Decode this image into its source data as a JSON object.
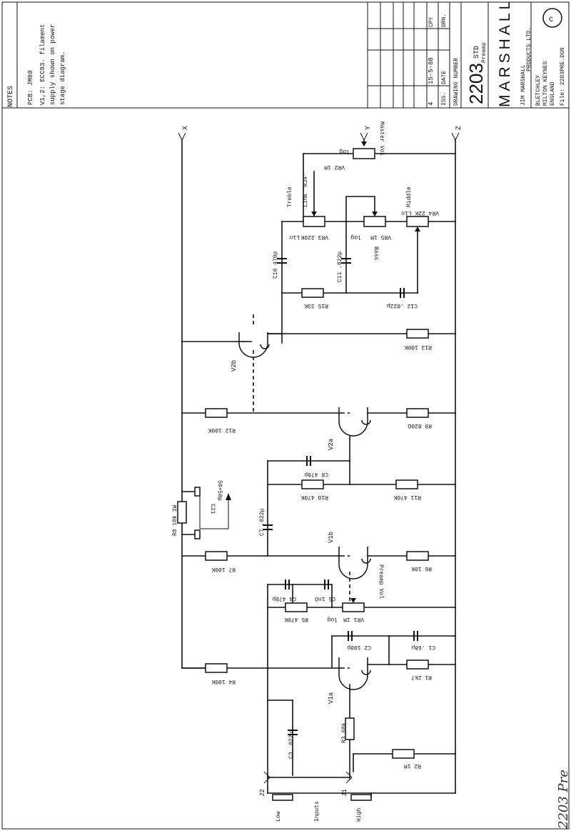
{
  "notes": {
    "heading": "NOTES",
    "line1": "PCB: JM80",
    "line2": "V1,2: ECC83. filament",
    "line3": "supply shown on power",
    "line4": "stage diagram."
  },
  "title_block": {
    "iss": "4",
    "date": "15-5-88",
    "iss_label": "ISS.",
    "date_label": "DATE",
    "drn_label": "DRN.",
    "cpy_label": "CPY",
    "drawing_number_label": "DRAWING NUMBER",
    "number": "2203",
    "std": "STD",
    "sub": "Preamp",
    "brand": "MARSHALL",
    "company1": "JIM MARSHALL",
    "company2": "PRODUCTS LTD.",
    "addr1": "BLETCHLEY",
    "addr2": "MILTON KEYNES",
    "addr3": "ENGLAND",
    "file": "File: 2203PRE.DGN",
    "copyright": "C"
  },
  "rails": {
    "x": "X",
    "y": "Y",
    "z": "Z"
  },
  "components": {
    "r1": "R1 2k7",
    "r2": "R2 1M",
    "r3": "R3 68k",
    "r4": "R4 100K",
    "r5": "R5 470K",
    "r6": "R6 10K",
    "r7": "R7 100K",
    "r8": "R8 10k 1W",
    "r9": "R9 820Ω",
    "r10": "R10 470K",
    "r11": "R11 470K",
    "r12": "R12 100K",
    "r13": "R13 100K",
    "r15": "R15 33K",
    "c1": "C1 .68μ",
    "c2": "C2 100p",
    "c3": "C3 .022μ",
    "c4": "C4 470p",
    "c5": "C5 1nO",
    "c7": "C7 .022μ",
    "c8": "C8 470p",
    "c10": "C10 470p",
    "c11": "C11 .022μ",
    "c12": "C12 .022μ",
    "c21": "C21",
    "c21v": "50+50μ",
    "vr1": "VR1 1M",
    "vr1t": "log",
    "vr1n": "Preamp Vol",
    "vr2": "VR2 1M",
    "vr2t": "log",
    "vr2n": "Master Vol",
    "vr3": "VR3 220K",
    "vr3t": "Lin",
    "vr3n": "Treble",
    "vr4": "VR4 22K Lin",
    "vr4n": "Middle",
    "vr5": "VR5 1M",
    "vr5t": "log",
    "vr5n": "Bass",
    "link": "Link 'RJ4'",
    "v1a": "V1a",
    "v1b": "V1b",
    "v2a": "V2a",
    "v2b": "V2b",
    "j1": "J1",
    "j2": "J2",
    "high": "High",
    "low": "Low",
    "inputs": "Inputs"
  },
  "handwriting": "2203 Pre"
}
